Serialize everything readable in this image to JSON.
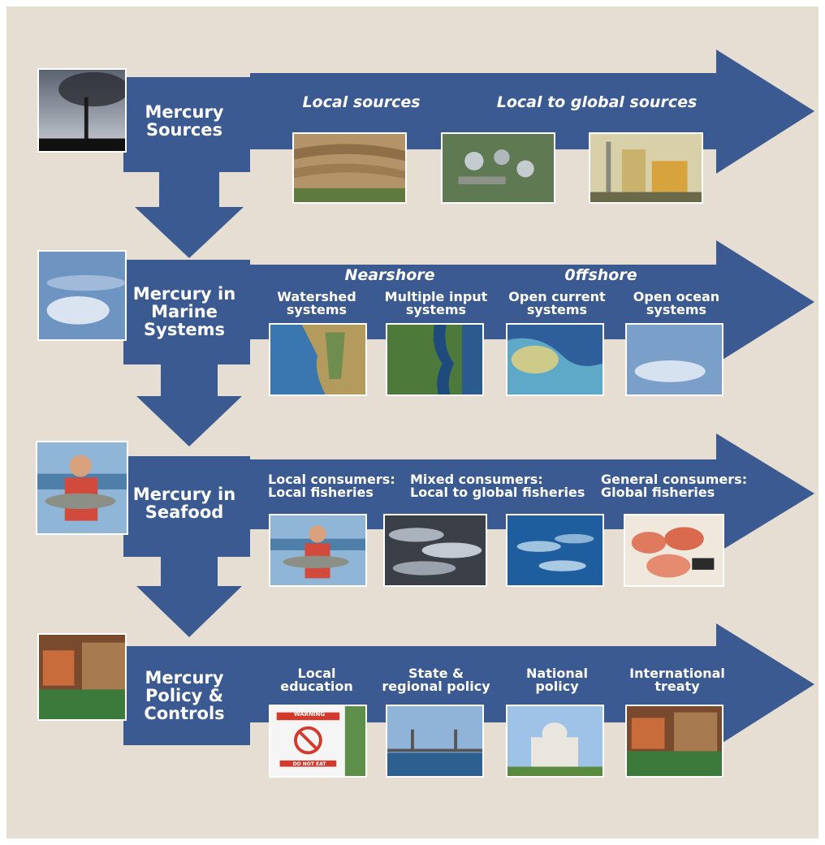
{
  "colors": {
    "arrow": "#3b5a91",
    "background": "#e6ded3",
    "text": "#ffffff"
  },
  "rows": [
    {
      "title": "Mercury\nSources",
      "headings": [
        "Local sources",
        "Local to global sources"
      ],
      "images": [
        "smokestack-photo",
        "open-pit-mine-photo",
        "wastewater-plant-photo",
        "power-plant-photo"
      ]
    },
    {
      "title": "Mercury in\nMarine\nSystems",
      "headings": [
        "Nearshore",
        "0ffshore"
      ],
      "labels": [
        "Watershed\nsystems",
        "Multiple input\nsystems",
        "Open current\nsystems",
        "Open ocean\nsystems"
      ],
      "images": [
        "ocean-swirl-photo",
        "california-satellite-photo",
        "bay-satellite-photo",
        "current-satellite-photo",
        "open-ocean-photo"
      ]
    },
    {
      "title": "Mercury in\nSeafood",
      "labels": [
        "Local consumers:\nLocal fisheries",
        "Mixed consumers:\nLocal to global fisheries",
        "General consumers:\nGlobal fisheries"
      ],
      "images": [
        "angler-photo",
        "angler-photo",
        "fish-catch-photo",
        "tuna-school-photo",
        "fish-market-photo"
      ]
    },
    {
      "title": "Mercury\nPolicy &\nControls",
      "labels": [
        "Local\neducation",
        "State &\nregional policy",
        "National\npolicy",
        "International\ntreaty"
      ],
      "images": [
        "assembly-hall-photo",
        "warning-sign-photo",
        "bridge-photo",
        "capitol-photo",
        "assembly-hall-photo"
      ],
      "sign_text": {
        "header": "WARNING",
        "footer": "DO NOT EAT"
      }
    }
  ]
}
